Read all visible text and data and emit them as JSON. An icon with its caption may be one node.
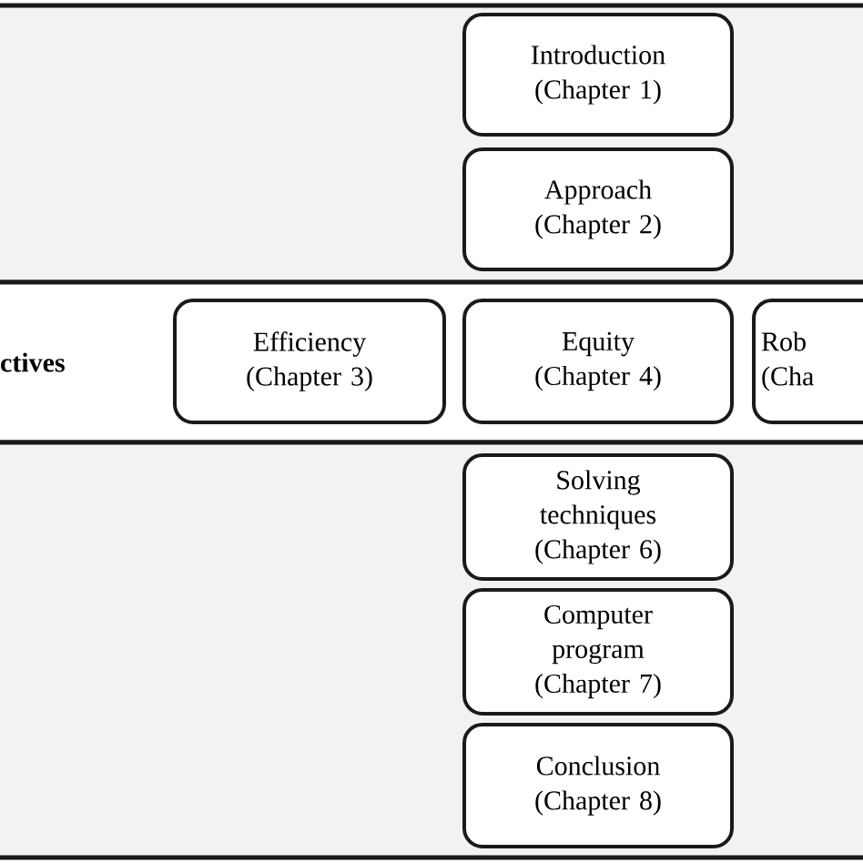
{
  "diagram": {
    "nodes": [
      {
        "text": [],
        "shape": "box"
      },
      {
        "text": [
          "Introduction",
          "(Chapter 1)"
        ],
        "in": 0
      },
      {
        "text": [
          "Approach",
          "(Chapter 2)"
        ],
        "in": 0
      },
      {
        "text": [
          "ctives"
        ]
      },
      {
        "text": [
          "Efficiency",
          "(Chapter 3)"
        ],
        "in": 3
      },
      {
        "text": [
          "Equity",
          "(Chapter 4)"
        ],
        "in": 3
      },
      {
        "text": [
          "Rob",
          "(Cha"
        ],
        "in": 3
      },
      {
        "text": [],
        "shape": "box"
      },
      {
        "text": [
          "Solving techniques",
          "(Chapter 6)"
        ],
        "in": 7
      },
      {
        "text": [
          "Computer program",
          "(Chapter 7)"
        ],
        "in": 7
      },
      {
        "text": [
          "Conclusion",
          "(Chapter 8)"
        ],
        "in": 7
      }
    ]
  }
}
